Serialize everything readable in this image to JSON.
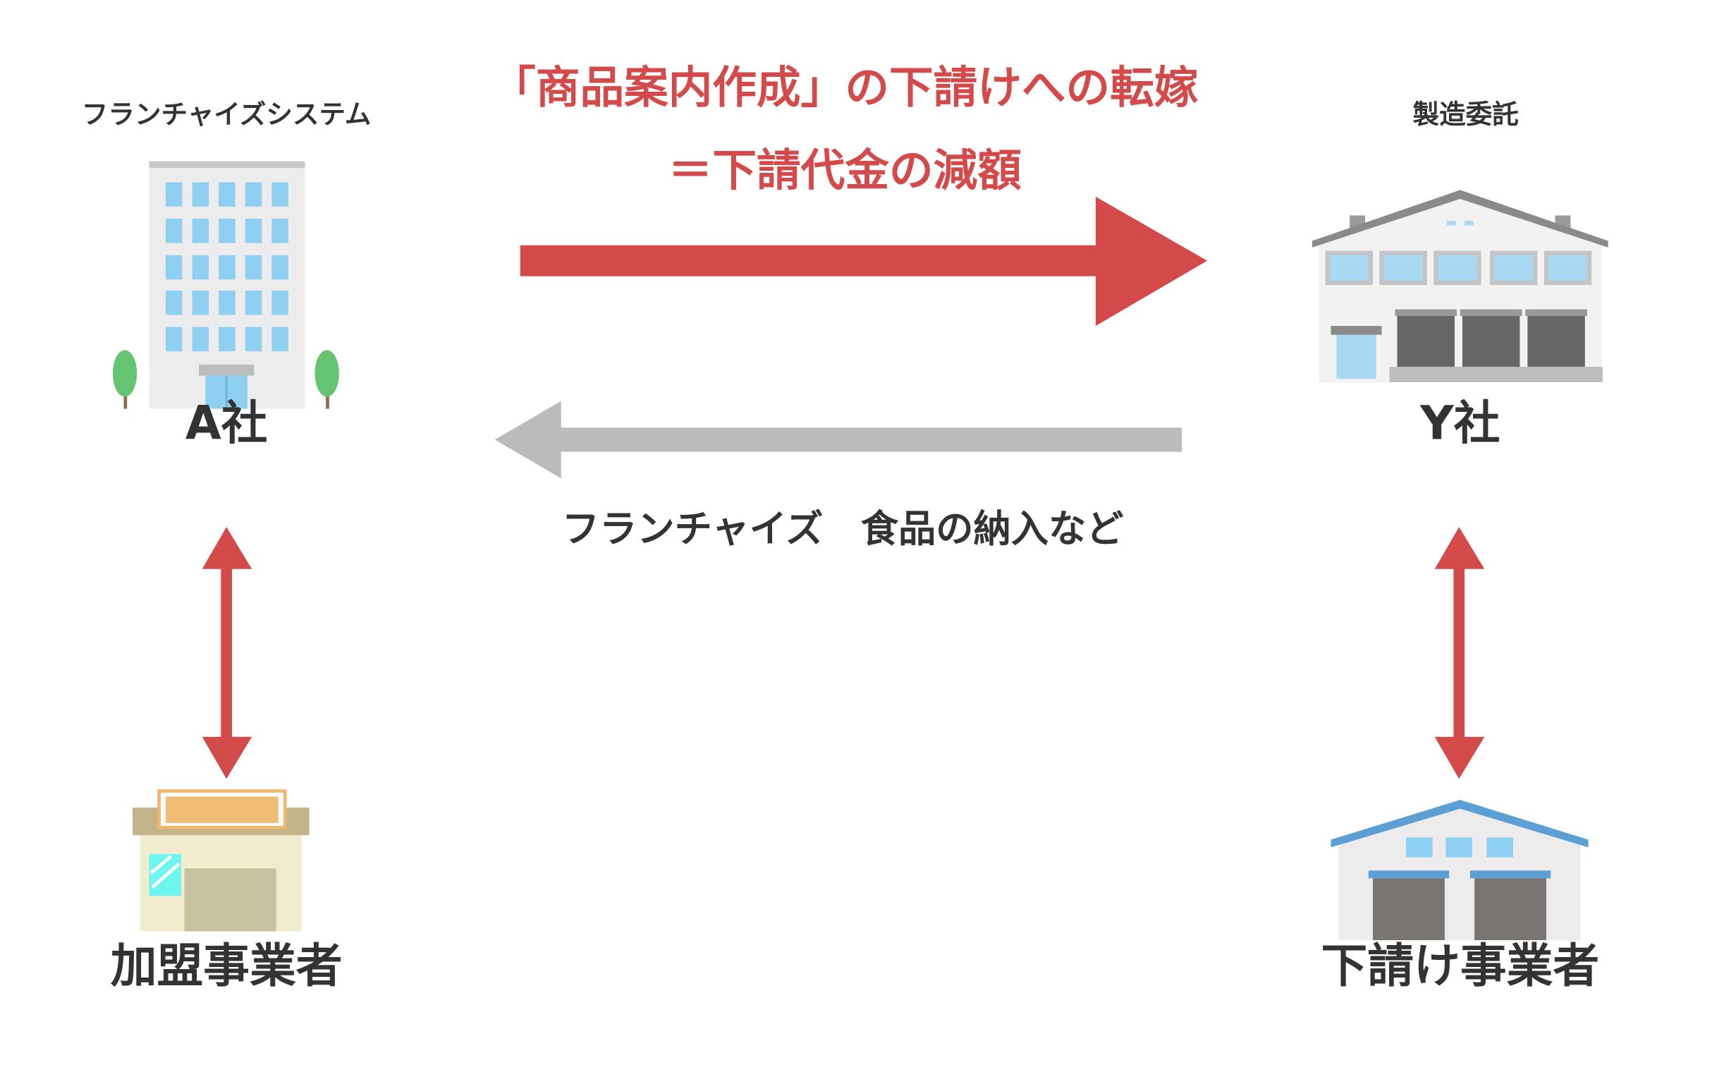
{
  "title": {
    "line1": "「商品案内作成」の下請けへの転嫁",
    "line2": "＝下請代金の減額"
  },
  "left": {
    "caption": "フランチャイズシステム",
    "company": "A社",
    "bottom_label": "加盟事業者"
  },
  "right": {
    "caption": "製造委託",
    "company": "Y社",
    "bottom_label": "下請け事業者"
  },
  "flow_label": "フランチャイズ　食品の納入など",
  "colors": {
    "accent": "#d44a4a",
    "text": "#333333",
    "return_arrow": "#bbbbbb"
  }
}
